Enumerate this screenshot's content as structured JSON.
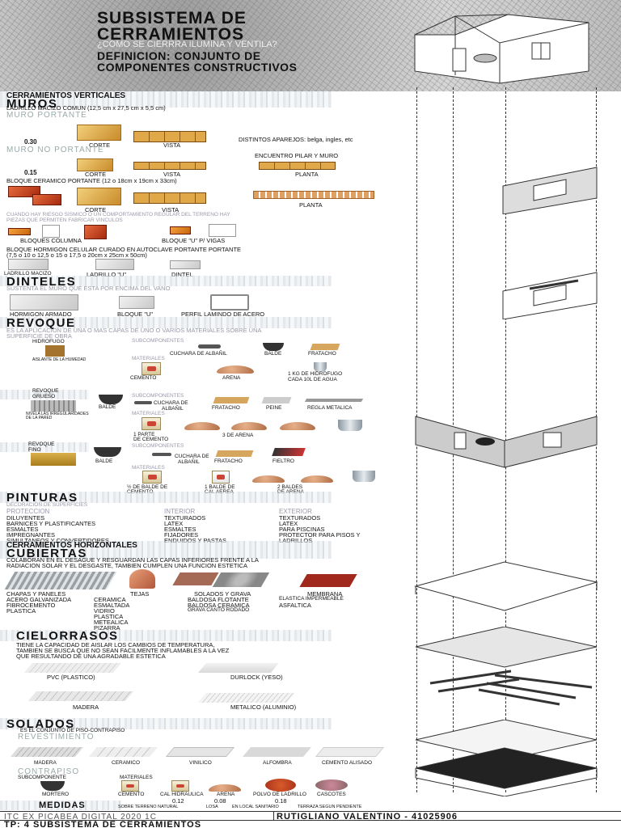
{
  "header": {
    "title_line1": "SUBSISTEMA DE",
    "title_line2": "CERRAMIENTOS",
    "question": "¿COMO SE CIERRRA ILUMINA Y VENTILA?",
    "definition_line1": "DEFINICION: CONJUNTO DE",
    "definition_line2": "COMPONENTES CONSTRUCTIVOS"
  },
  "vertical": {
    "heading": "CERRAMIENTOS VERTICALES",
    "muros": "MUROS",
    "ladrillo_macizo": "LADRILLO MACIZO COMUN (12,5 cm x 27,5 cm x 5,5 cm)",
    "muro_portante": "MURO PORTANTE",
    "dim_030": "0.30",
    "corte": "CORTE",
    "vista": "VISTA",
    "aparejos": "DISTINTOS APAREJOS: belga, ingles, etc",
    "muro_no_portante": "MURO NO PORTANTE",
    "encuentro": "ENCUENTRO PILAR Y MURO",
    "dim_015": "0.15",
    "planta": "PLANTA",
    "bloque_ceramico": "BLOQUE CERAMICO PORTANTE (12 o 18cm x 19cm x 33cm)",
    "sismico_line1": "CUANDO HAY RIESGO SISMICO O UN COMPORTAMIENTO REGULAR DEL TERRENO HAY",
    "sismico_line2": "PIEZAS QUE PERMITEN FABRICAR VINCULOS",
    "bloques_columna": "BLOQUES COLUMNA",
    "bloques_u": "BLOQUE \"U\" P/ VIGAS",
    "hormigon_celular_line1": "BLOQUE HORMIGON CELULAR CURADO EN AUTOCLAVE PORTANTE  PORTANTE",
    "hormigon_celular_line2": "(7,5 o 10 o 12,5 o 15 o 17,5 o 20cm x 25cm x 50cm)",
    "ladrillo_macizo_short": "LADRILLO MACIZO",
    "ladrillo_u": "LADRILLO \"U\"",
    "dintel": "DINTEL"
  },
  "dinteles": {
    "title": "DINTELES",
    "desc": "SUSTENTA EL MURO QUE ESTA POR ENCIMA DEL VANO",
    "items": [
      "HORMIGON ARMADO",
      "BLOQUE \"U\"",
      "PERFIL LAMINDO DE ACERO"
    ]
  },
  "revoque": {
    "title": "REVOQUE",
    "desc_line1": "ES LA APLICACION DE UNA O MAS CAPAS DE UNO O VARIOS MATERIALES SOBRE UNA",
    "desc_line2": "SUPERFICIE DE OBRA",
    "hidrofugo": "HIDROFUGO",
    "aislante": "AISLANTE DE LA HUMEDAD",
    "subcomponentes": "SUBCOMPONENTES",
    "materiales": "MATERIALES",
    "cuchara": "CUCHARA DE ALBAÑIL",
    "balde": "BALDE",
    "fratacho": "FRATACHO",
    "cemento": "CEMENTO",
    "arena": "ARENA",
    "kg_hidrofugo_line1": "1 KG DE HIDROFUGO",
    "kg_hidrofugo_line2": "CADA 10L DE AGUA",
    "grueso_line1": "REVOQUE",
    "grueso_line2": "GRUESO",
    "nivela_line1": "NIVELA LAS IRREGULARIDADES",
    "nivela_line2": "DE LA PARED",
    "cuchara_l1": "CUCHARA DE",
    "cuchara_l2": "ALBAÑIL",
    "peine": "PEINE",
    "regla": "REGLA METALICA",
    "parte_l1": "1 PARTE",
    "parte_l2": "DE CEMENTO",
    "tres_arena": "3 DE ARENA",
    "fino_line1": "REVOQUE",
    "fino_line2": "FINO",
    "fieltro": "FIELTRO",
    "medio_balde_l1": "½ DE BALDE DE",
    "medio_balde_l2": "CEMENTO",
    "cal_l1": "1 BALDE DE",
    "cal_l2": "CAL AEREA",
    "dos_baldes_l1": "2 BALDES",
    "dos_baldes_l2": "DE ARENA"
  },
  "pinturas": {
    "title": "PINTURAS",
    "desc": "DECORACION DE SUPERFICIES",
    "protection_head": "PROTECCION",
    "protection_items": [
      "DILUYENTES",
      "BARNICES Y PLASTIFICANTES",
      "ESMALTES",
      "IMPREGNANTES",
      "SIMULTANEOS Y CONVERTIDORES"
    ],
    "interior_head": "INTERIOR",
    "interior_items": [
      "TEXTURADOS",
      "LATEX",
      "ESMALTES",
      "FIJADORES",
      "ENDUIDOS Y PASTAS"
    ],
    "exterior_head": "EXTERIOR",
    "exterior_items": [
      "TEXTURADOS",
      "LATEX",
      "PARA PISCINAS",
      "PROTECTOR PARA PISOS Y",
      "LADRILLOS"
    ]
  },
  "horizontal": {
    "heading": "CERRAMIENTOS HORIZONTALES",
    "cubiertas": "CUBIERTAS",
    "desc_line1": "COLABORAN EN EL DESAGUE Y RESGUARDAN LAS CAPAS INFERIORES FRENTE A LA",
    "desc_line2": "RADIACION SOLAR Y EL DESGASTE, TAMBIEN CUMPLEN UNA FUNCION ESTETICA",
    "chapas": "CHAPAS Y PANELES",
    "chapas_items": [
      "ACERO GALVANIZADA",
      "FIBROCEMENTO",
      "PLASTICA"
    ],
    "tejas": "TEJAS",
    "tejas_items": [
      "CERAMICA",
      "ESMALTADA",
      "VIDRIO",
      "PLASTICA",
      "METEALICA",
      "PIZARRA"
    ],
    "solados": "SOLADOS Y GRAVA",
    "solados_items": [
      "BALDOSA FLOTANTE",
      "BALDOSA CERAMICA",
      "GRAVA CANTO RODADO"
    ],
    "membrana": "MEMBRANA",
    "membrana_items": [
      "ELASTICA IMPERMEABLE",
      "ASFALTICA"
    ]
  },
  "cielorrasos": {
    "title": "CIELORRASOS",
    "desc_line1": "TIENE LA CAPACIDAD DE AISLAR LOS CAMBIOS DE TEMPERATURA,",
    "desc_line2": "TAMBIEN SE BUSCA QUE NO SEAN FACILMENTE INFLAMABLES A LA VEZ",
    "desc_line3": "QUE RESULTANDO DE UNA AGRADABLE ESTETICA",
    "pvc": "PVC (PLASTICO)",
    "durlock": "DURLOCK (YESO)",
    "madera": "MADERA",
    "metalico": "METALICO (ALUMINIO)"
  },
  "solados": {
    "title": "SOLADOS",
    "desc": "ES EL CONJUNTO DE PISO-CONTRAPISO",
    "revestimiento": "REVESTIMIENTO",
    "rev_items": [
      "MADERA",
      "CERAMICO",
      "VINILICO",
      "ALFOMBRA",
      "CEMENTO ALISADO"
    ],
    "contrapiso": "CONTRAPISO",
    "subcomponente": "SUBCOMPONENTE",
    "materiales": "MATERIALES",
    "mortero": "MORTERO",
    "cemento": "CEMENTO",
    "cal_hidraulica": "CAL HIDRAULICA",
    "arena": "ARENA",
    "polvo": "POLVO DE LADRILLO",
    "cascotes": "CASCOTES",
    "medidas": "MEDIDAS",
    "m012": "0.12",
    "m008": "0.08",
    "m018": "0.18",
    "sobre_terreno": "SOBRE TERRENO NATURAL",
    "losa": "LOSA",
    "local_sanitario": "EN LOCAL SANITARIO",
    "terraza": "TERRAZA SEGUN PENDIENTE"
  },
  "footer": {
    "course": "ITC EX PICABEA DIGITAL 2020 1C",
    "author": "RUTIGLIANO VALENTINO - 41025906",
    "tp": "TP: 4 SUBSISTEMA DE CERRAMIENTOS"
  }
}
